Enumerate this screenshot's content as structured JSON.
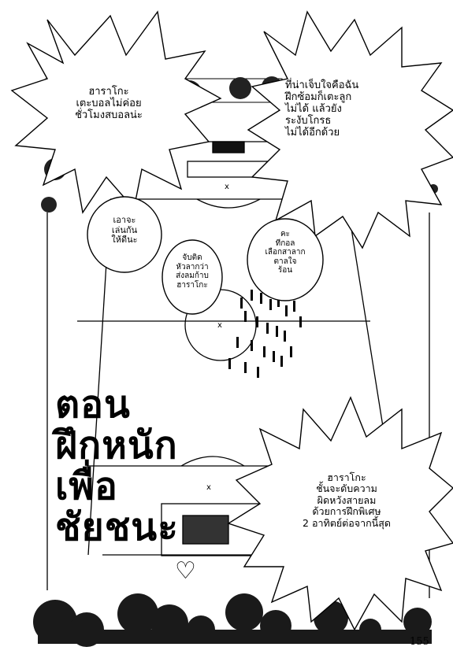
{
  "bubbles": {
    "top_left": [
      "ฮาราโกะ",
      "เตะบอลไม่ค่อย",
      "ชั่วโมงสบอลน่ะ"
    ],
    "top_right": [
      "ที่น่าเจ็บใจคือฉัน",
      "ฝึกซ้อมก็เตะลูก",
      "ไม่ได้ แล้วยัง",
      "ระงับโกรธ",
      "ไม่ได้อีกด้วย"
    ],
    "small_left": [
      "เอาจะ",
      "เล่นกัน",
      "ให้ดีนะ"
    ],
    "small_center": [
      "จับติด",
      "หัวลากว่า",
      "ส่งลมก้าบ",
      "ฮาราโกะ"
    ],
    "small_right": [
      "คะ",
      "ทีกอล",
      "เลือกสาลาก",
      "ตาลใจ",
      "ร้อน"
    ],
    "bottom_right": [
      "ฮาราโกะ",
      "ชั้นจะดับความ",
      "ผิดหวังสายลม",
      "ด้วยการฝึกพิเศษ",
      "2 อาทิตย์ต่อจากนี้สุด"
    ]
  },
  "title_lines": [
    "ตอน",
    "ฝึกหนัก",
    "เพื่อ",
    "ชัยชนะ"
  ],
  "heart": "♡",
  "page_number": "155"
}
